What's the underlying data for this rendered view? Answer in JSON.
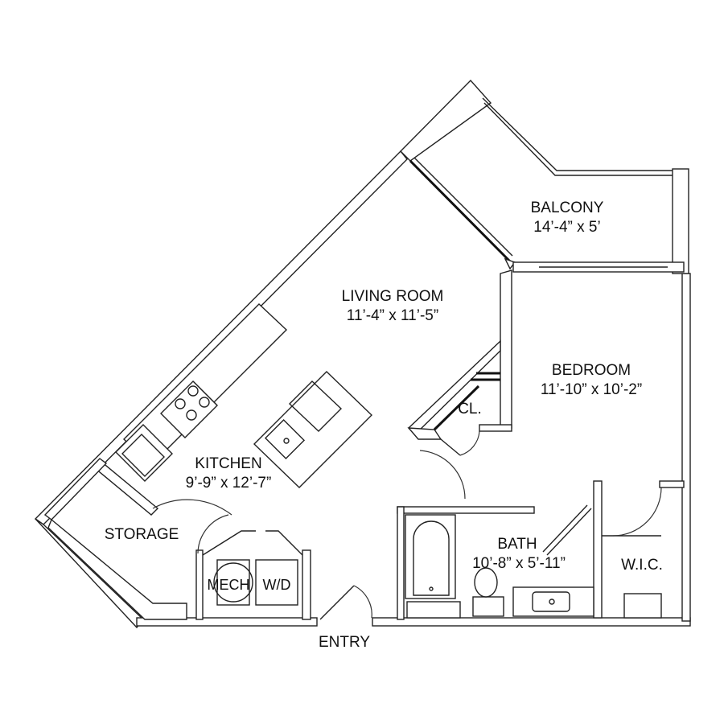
{
  "rooms": {
    "balcony": {
      "name": "BALCONY",
      "size": "14’-4” x 5’"
    },
    "living_room": {
      "name": "LIVING ROOM",
      "size": "11’-4” x 11’-5”"
    },
    "bedroom": {
      "name": "BEDROOM",
      "size": "11’-10” x 10’-2”"
    },
    "closet": {
      "name": "CL."
    },
    "kitchen": {
      "name": "KITCHEN",
      "size": "9’-9” x 12’-7”"
    },
    "storage": {
      "name": "STORAGE"
    },
    "bath": {
      "name": "BATH",
      "size": "10’-8” x 5’-11”"
    },
    "mech": {
      "name": "MECH"
    },
    "washer_dryer": {
      "name": "W/D"
    },
    "wic": {
      "name": "W.I.C."
    },
    "entry": {
      "name": "ENTRY"
    }
  }
}
